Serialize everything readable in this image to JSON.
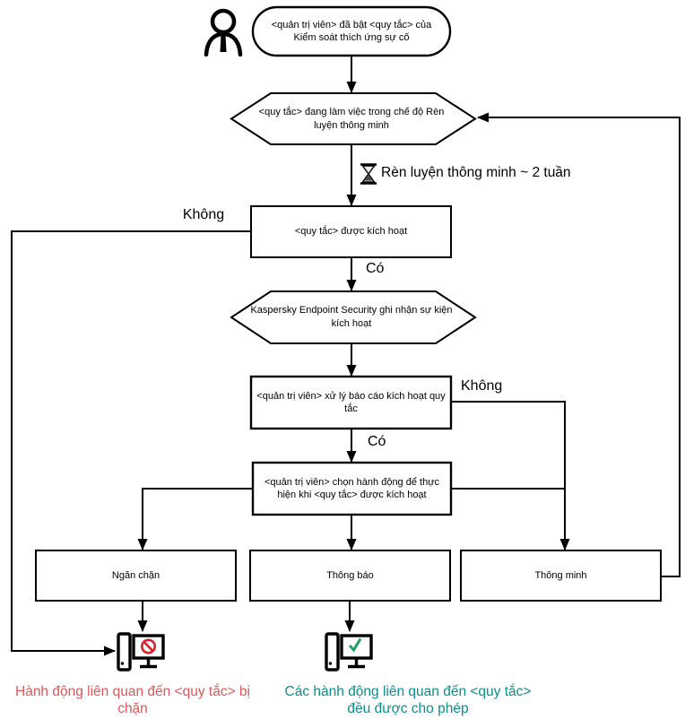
{
  "diagram": {
    "title_domain": "Adaptive Anomaly Control smart-training flowchart",
    "start": {
      "text": "<quản trị viên> đã bật <quy tắc> của Kiểm soát thích ứng sự cố"
    },
    "hex_training": {
      "text": "<quy tắc> đang làm việc trong chế độ Rèn luyện thông minh"
    },
    "timer": {
      "text": "Rèn luyện thông minh ~ 2 tuần",
      "icon": "hourglass-icon"
    },
    "box_triggered": {
      "text": "<quy tắc> được kích hoạt"
    },
    "hex_logs": {
      "text": "Kaspersky Endpoint Security ghi nhận sự kiện kích hoạt"
    },
    "box_report": {
      "text": "<quản trị viên> xử lý báo cáo kích hoạt quy tắc"
    },
    "box_choose": {
      "text": "<quản trị viên> chọn hành động để thực hiện khi <quy tắc> được kích hoạt"
    },
    "box_block": {
      "text": "Ngăn chặn"
    },
    "box_notify": {
      "text": "Thông báo"
    },
    "box_smart": {
      "text": "Thông minh"
    },
    "labels": {
      "no_left": "Không",
      "yes_triggered": "Có",
      "no_right": "Không",
      "yes_report": "Có"
    },
    "captions": {
      "blocked": {
        "text": "Hành động liên quan đến <quy tắc> bị chặn"
      },
      "allowed": {
        "text": "Các hành động liên quan đến <quy tắc> đều được cho phép"
      }
    },
    "icons": [
      "person-icon",
      "hourglass-icon",
      "computer-blocked-icon",
      "computer-allowed-icon"
    ]
  },
  "colors": {
    "line": "#000000",
    "blocked_text": "#dd5858",
    "allowed_text": "#0b8e8e",
    "prohibition_red": "#d8232a",
    "check_green": "#1fa05e"
  }
}
